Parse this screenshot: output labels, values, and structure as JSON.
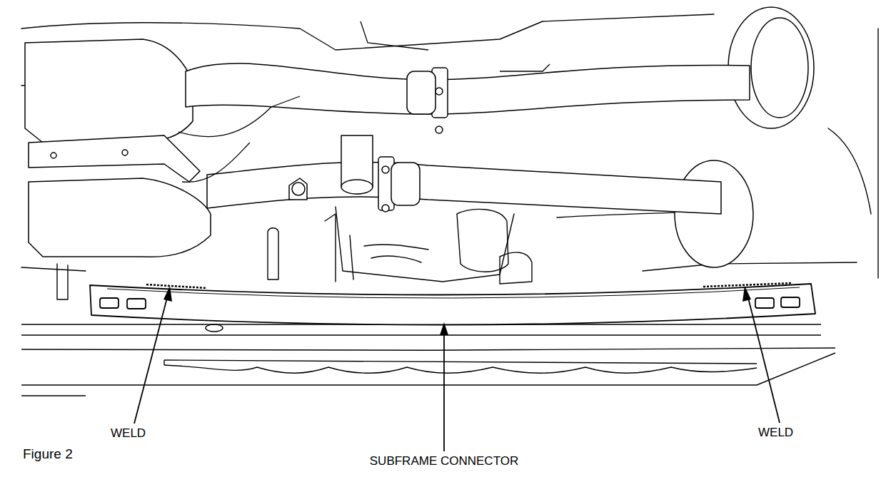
{
  "diagram": {
    "caption": "Figure 2",
    "labels": [
      "WELD",
      "SUBFRAME CONNECTOR",
      "WELD"
    ]
  }
}
